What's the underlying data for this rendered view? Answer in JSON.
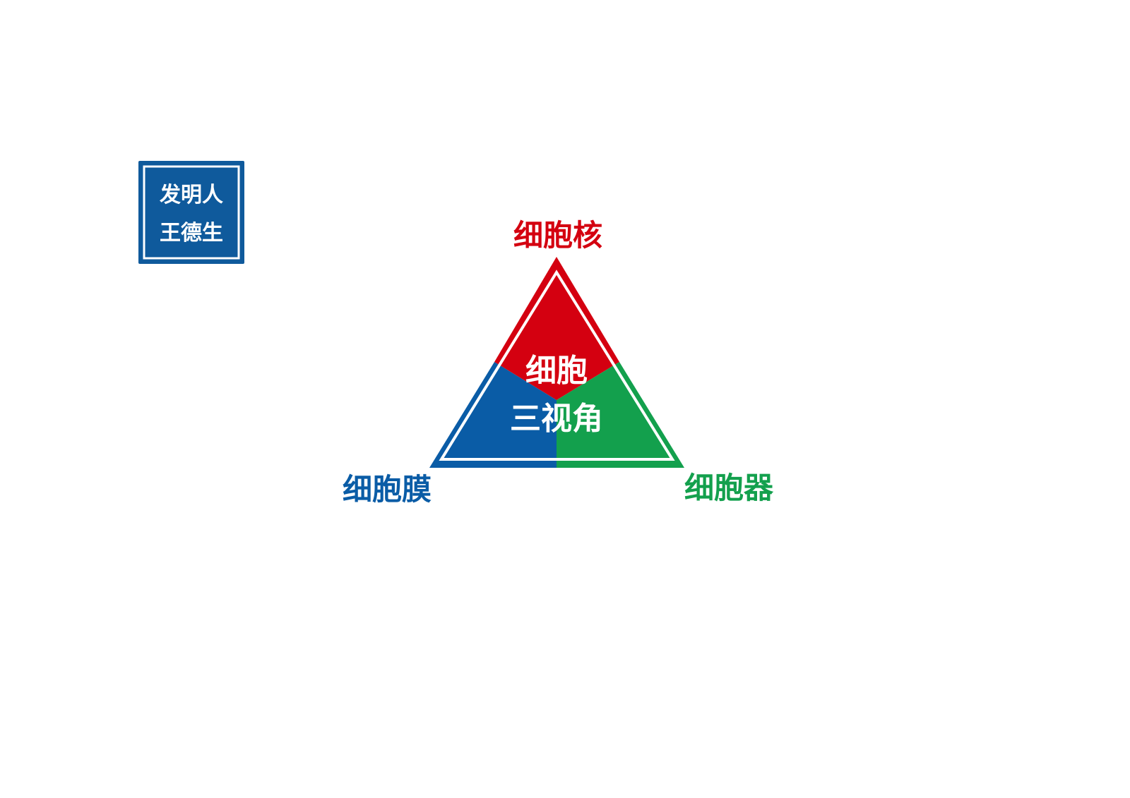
{
  "stamp": {
    "line1": "发明人",
    "line2": "王德生",
    "color": "#0f5a9c"
  },
  "diagram": {
    "center_line1": "细胞",
    "center_line2": "三视角",
    "top_label": "细胞核",
    "left_label": "细胞膜",
    "right_label": "细胞器",
    "colors": {
      "top": "#d40010",
      "left": "#0a5ca6",
      "right": "#13a04d",
      "inner_border": "#ffffff"
    }
  }
}
